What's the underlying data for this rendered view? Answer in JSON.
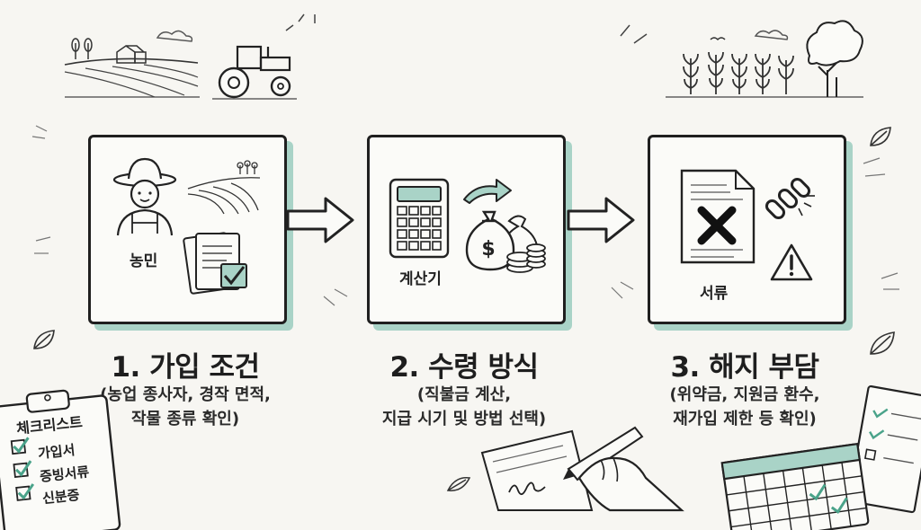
{
  "steps": [
    {
      "title": "1. 가입 조건",
      "desc_line1": "(농업 종사자, 경작 면적,",
      "desc_line2": "작물 종류 확인)",
      "panel_label": "농민"
    },
    {
      "title": "2. 수령 방식",
      "desc_line1": "(직불금 계산,",
      "desc_line2": "지급 시기 및 방법 선택)",
      "panel_label": "계산기"
    },
    {
      "title": "3. 해지 부담",
      "desc_line1": "(위약금, 지원금 환수,",
      "desc_line2": "재가입 제한 등 확인)",
      "panel_label": "서류"
    }
  ],
  "checklist": {
    "title": "체크리스트",
    "items": [
      "가입서",
      "증빙서류",
      "신분증"
    ]
  },
  "money_symbol": "$",
  "colors": {
    "accent": "#a9d3c7",
    "ink": "#1f1f1f",
    "paper": "#fbfbf8",
    "background": "#f7f6f2"
  }
}
